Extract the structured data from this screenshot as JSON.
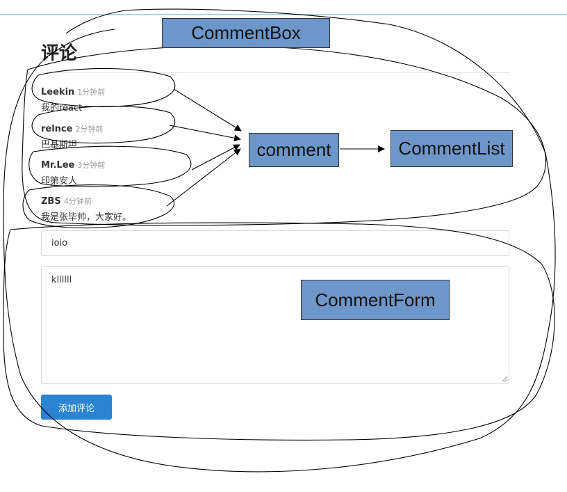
{
  "page": {
    "heading": "评论",
    "comments": [
      {
        "author": "Leekin",
        "time": "1分钟前",
        "text": "我的react"
      },
      {
        "author": "relnce",
        "time": "2分钟前",
        "text": "巴基斯坦"
      },
      {
        "author": "Mr.Lee",
        "time": "3分钟前",
        "text": "印第安人"
      },
      {
        "author": "ZBS",
        "time": "4分钟前",
        "text": "我是张毕帅，大家好。"
      }
    ],
    "form": {
      "name_value": "ioio",
      "text_value": "kllllll",
      "submit_label": "添加评论"
    }
  },
  "annotations": {
    "comment_box": "CommentBox",
    "comment": "comment",
    "comment_list": "CommentList",
    "comment_form": "CommentForm"
  },
  "colors": {
    "label_fill": "#6e97c9",
    "button": "#2a84d2",
    "top_rule": "#a8d6dc"
  }
}
